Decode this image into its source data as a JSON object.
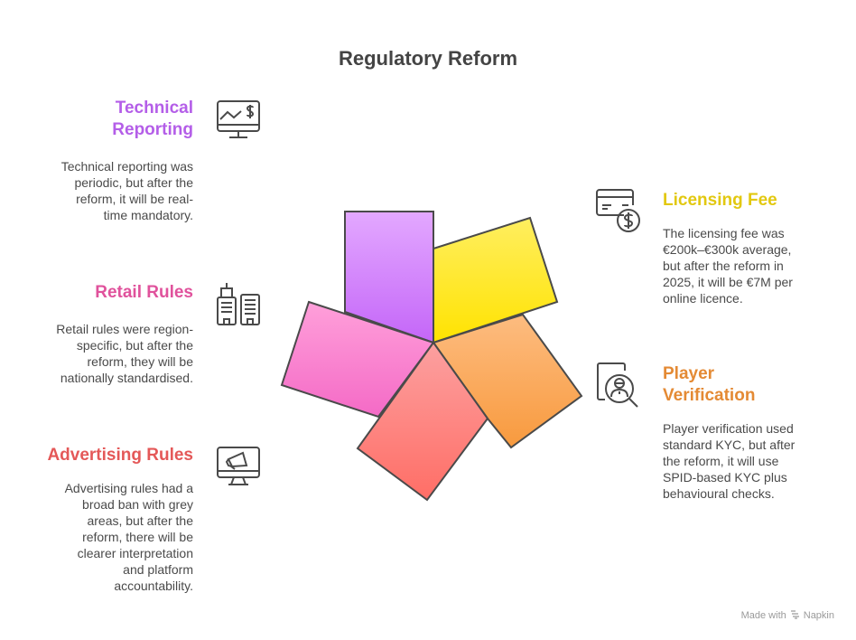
{
  "title": "Regulatory Reform",
  "items": [
    {
      "heading": "Technical Reporting",
      "heading_lines": [
        "Technical",
        "Reporting"
      ],
      "description_lines": [
        "Technical reporting was",
        "periodic, but after the",
        "reform, it will be real-",
        "time mandatory."
      ],
      "icon": "monitor-chart-dollar-icon",
      "color": "#B45EE8"
    },
    {
      "heading": "Licensing Fee",
      "heading_lines": [
        "Licensing Fee"
      ],
      "description_lines": [
        "The licensing fee was",
        "€200k–€300k average,",
        "but after the reform in",
        "2025, it will be €7M per",
        "online licence."
      ],
      "icon": "credit-card-dollar-icon",
      "color": "#E2C810"
    },
    {
      "heading": "Player Verification",
      "heading_lines": [
        "Player",
        "Verification"
      ],
      "description_lines": [
        "Player verification used",
        "standard KYC, but after",
        "the reform, it will use",
        "SPID-based KYC plus",
        "behavioural checks."
      ],
      "icon": "user-search-icon",
      "color": "#E48A34"
    },
    {
      "heading": "Advertising Rules",
      "heading_lines": [
        "Advertising Rules"
      ],
      "description_lines": [
        "Advertising rules had a",
        "broad ban with grey",
        "areas, but after the",
        "reform, there will be",
        "clearer interpretation",
        "and platform",
        "accountability."
      ],
      "icon": "monitor-megaphone-icon",
      "color": "#E45858"
    },
    {
      "heading": "Retail Rules",
      "heading_lines": [
        "Retail Rules"
      ],
      "description_lines": [
        "Retail rules were region-",
        "specific, but after the",
        "reform, they will be",
        "nationally standardised."
      ],
      "icon": "buildings-icon",
      "color": "#E0529C"
    }
  ],
  "petals": [
    {
      "name": "technical-reporting",
      "top": "#E3A8FF",
      "bottom": "#C466F8"
    },
    {
      "name": "licensing-fee",
      "top": "#FFEE60",
      "bottom": "#FFE300"
    },
    {
      "name": "player-verification",
      "top": "#FDBC80",
      "bottom": "#F89A3E"
    },
    {
      "name": "advertising-rules",
      "top": "#FCA0A0",
      "bottom": "#FF6E66"
    },
    {
      "name": "retail-rules",
      "top": "#FFA0DA",
      "bottom": "#F46AC6"
    }
  ],
  "footer": {
    "made_with": "Made with",
    "brand": "Napkin"
  }
}
